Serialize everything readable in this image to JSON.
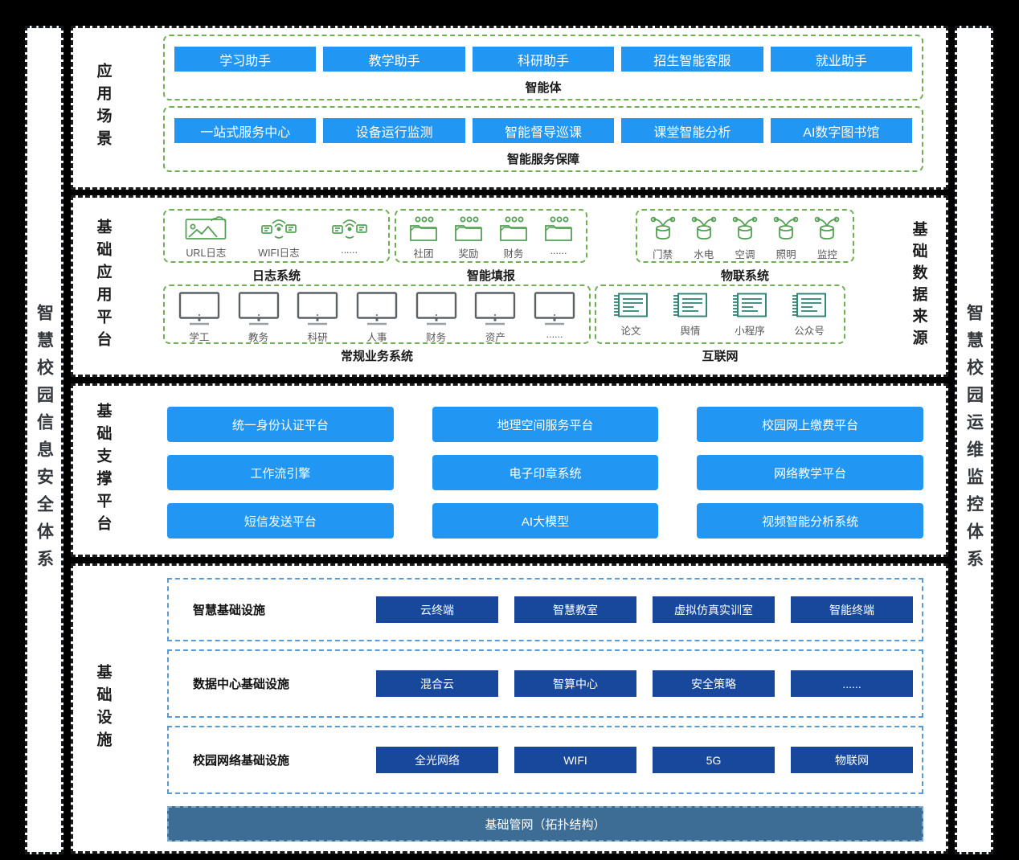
{
  "sidebars": {
    "left": "智慧校园信息安全体系",
    "right": "智慧校园运维监控体系"
  },
  "colors": {
    "accent_blue": "#2196F3",
    "navy_blue": "#17489B",
    "steel_blue": "#3D6D95",
    "green_dash": "#6FAE54",
    "blue_dash": "#5B9BD5",
    "teal_icon": "#2E8274",
    "green_icon": "#55A055"
  },
  "app_section": {
    "label": "应用场景",
    "groups": [
      {
        "caption": "智能体",
        "buttons": [
          "学习助手",
          "教学助手",
          "科研助手",
          "招生智能客服",
          "就业助手"
        ]
      },
      {
        "caption": "智能服务保障",
        "buttons": [
          "一站式服务中心",
          "设备运行监测",
          "智能督导巡课",
          "课堂智能分析",
          "AI数字图书馆"
        ]
      }
    ]
  },
  "base_app_section": {
    "label": "基础应用平台",
    "right_label": "基础数据来源",
    "groups": [
      {
        "caption": "日志系统",
        "items": [
          {
            "icon": "image",
            "label": "URL日志"
          },
          {
            "icon": "net",
            "label": "WIFI日志"
          },
          {
            "icon": "net",
            "label": "......"
          }
        ]
      },
      {
        "caption": "智能填报",
        "items": [
          {
            "icon": "folder",
            "label": "社团"
          },
          {
            "icon": "folder",
            "label": "奖励"
          },
          {
            "icon": "folder",
            "label": "财务"
          },
          {
            "icon": "folder",
            "label": "......"
          }
        ]
      },
      {
        "caption": "物联系统",
        "items": [
          {
            "icon": "iot",
            "label": "门禁"
          },
          {
            "icon": "iot",
            "label": "水电"
          },
          {
            "icon": "iot",
            "label": "空调"
          },
          {
            "icon": "iot",
            "label": "照明"
          },
          {
            "icon": "iot",
            "label": "监控"
          }
        ]
      },
      {
        "caption": "常规业务系统",
        "items": [
          {
            "icon": "monitor",
            "label": "学工"
          },
          {
            "icon": "monitor",
            "label": "教务"
          },
          {
            "icon": "monitor",
            "label": "科研"
          },
          {
            "icon": "monitor",
            "label": "人事"
          },
          {
            "icon": "monitor",
            "label": "财务"
          },
          {
            "icon": "monitor",
            "label": "资产"
          },
          {
            "icon": "monitor",
            "label": "......"
          }
        ]
      },
      {
        "caption": "互联网",
        "items": [
          {
            "icon": "doc",
            "label": "论文"
          },
          {
            "icon": "doc",
            "label": "舆情"
          },
          {
            "icon": "doc",
            "label": "小程序"
          },
          {
            "icon": "doc",
            "label": "公众号"
          }
        ]
      }
    ]
  },
  "support_section": {
    "label": "基础支撑平台",
    "buttons": [
      "统一身份认证平台",
      "地理空间服务平台",
      "校园网上缴费平台",
      "工作流引擎",
      "电子印章系统",
      "网络教学平台",
      "短信发送平台",
      "AI大模型",
      "视频智能分析系统"
    ]
  },
  "infra_section": {
    "label": "基础设施",
    "rows": [
      {
        "caption": "智慧基础设施",
        "buttons": [
          "云终端",
          "智慧教室",
          "虚拟仿真实训室",
          "智能终端"
        ]
      },
      {
        "caption": "数据中心基础设施",
        "buttons": [
          "混合云",
          "智算中心",
          "安全策略",
          "......"
        ]
      },
      {
        "caption": "校园网络基础设施",
        "buttons": [
          "全光网络",
          "WIFI",
          "5G",
          "物联网"
        ]
      }
    ],
    "footer": "基础管网（拓扑结构）"
  }
}
